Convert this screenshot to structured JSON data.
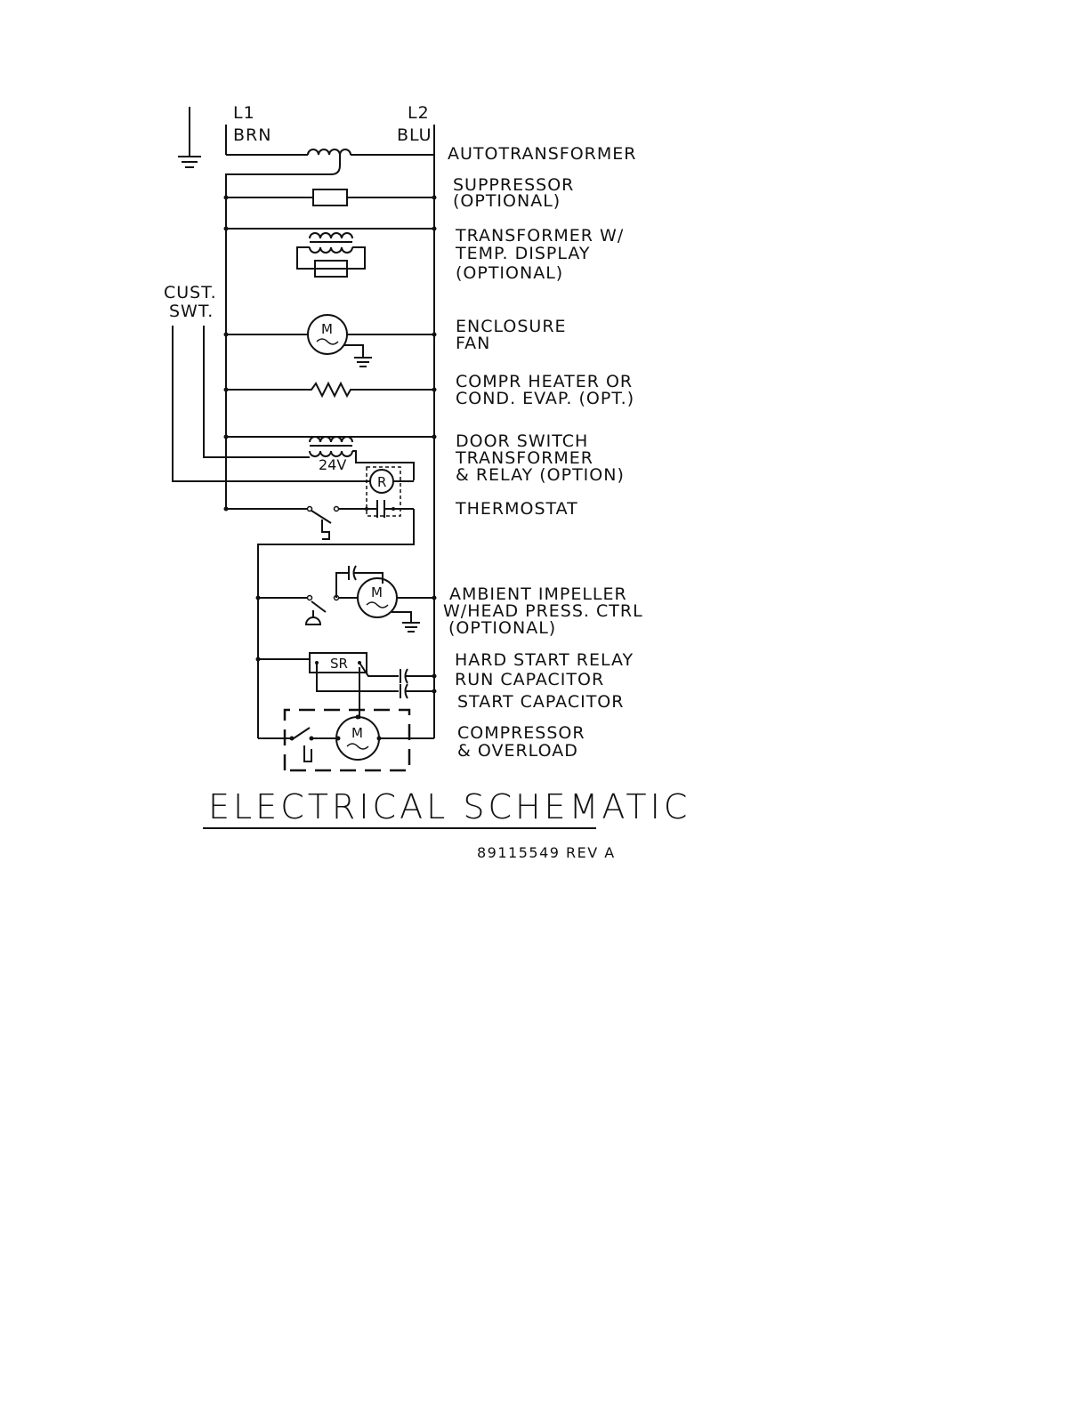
{
  "lines": {
    "l1": "L1",
    "l1_color": "BRN",
    "l2": "L2",
    "l2_color": "BLU"
  },
  "switch_label": [
    "CUST.",
    "SWT."
  ],
  "components": {
    "autotransformer": [
      "AUTOTRANSFORMER"
    ],
    "suppressor": [
      "SUPPRESSOR",
      "(OPTIONAL)"
    ],
    "transformer": [
      "TRANSFORMER W/",
      "TEMP. DISPLAY",
      "(OPTIONAL)"
    ],
    "enclosure_fan": [
      "ENCLOSURE",
      "FAN"
    ],
    "heater": [
      "COMPR HEATER OR",
      "COND. EVAP. (OPT.)"
    ],
    "door_switch": [
      "DOOR SWITCH",
      "TRANSFORMER",
      "& RELAY (OPTION)"
    ],
    "thermostat": [
      "THERMOSTAT"
    ],
    "ambient_impeller": [
      "AMBIENT IMPELLER",
      "W/HEAD PRESS. CTRL",
      "(OPTIONAL)"
    ],
    "hard_start_relay": [
      "HARD START RELAY"
    ],
    "run_capacitor": [
      "RUN CAPACITOR"
    ],
    "start_capacitor": [
      "START CAPACITOR"
    ],
    "compressor": [
      "COMPRESSOR",
      "& OVERLOAD"
    ]
  },
  "symbols": {
    "motor": "M",
    "relay": "R",
    "start_relay": "SR",
    "voltage": "24V"
  },
  "title": "ELECTRICAL SCHEMATIC",
  "doc_number": "89115549 REV A"
}
